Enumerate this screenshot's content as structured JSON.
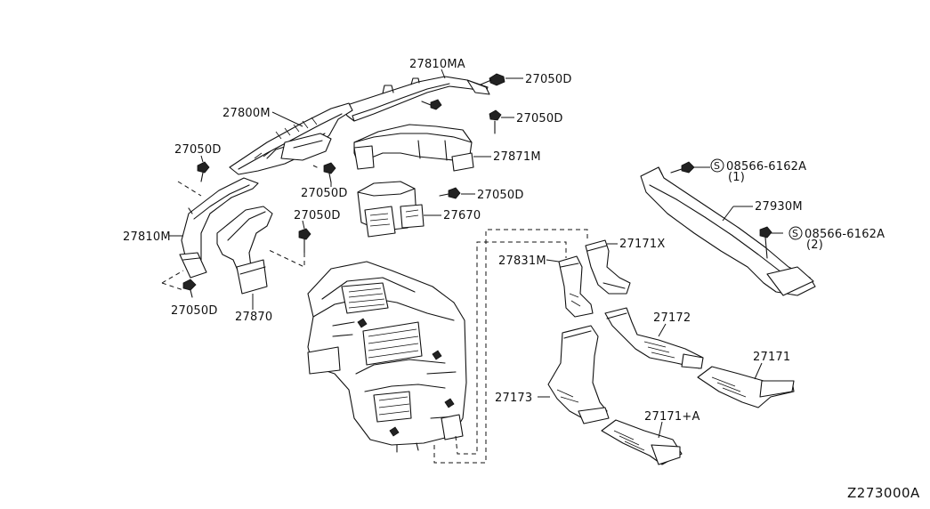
{
  "labels": {
    "p27810MA": "27810MA",
    "p27050D_a": "27050D",
    "p27800M": "27800M",
    "p27050D_b": "27050D",
    "p27050D_c": "27050D",
    "p27871M": "27871M",
    "p27050D_d": "27050D",
    "p27050D_e": "27050D",
    "p27670": "27670",
    "p27810M": "27810M",
    "p27050D_f": "27050D",
    "p27050D_g": "27050D",
    "p27870": "27870",
    "p08566_a": "08566-6162A",
    "p08566_a_qty": "(1)",
    "p27930M": "27930M",
    "p08566_b": "08566-6162A",
    "p08566_b_qty": "(2)",
    "p27171X": "27171X",
    "p27831M": "27831M",
    "p27172": "27172",
    "p27171": "27171",
    "p27173": "27173",
    "p27171A": "27171+A",
    "screw_symbol": "S",
    "diagram_code": "Z273000A"
  },
  "icons": {
    "bolt": "bolt-icon",
    "screw": "screw-symbol-icon"
  }
}
